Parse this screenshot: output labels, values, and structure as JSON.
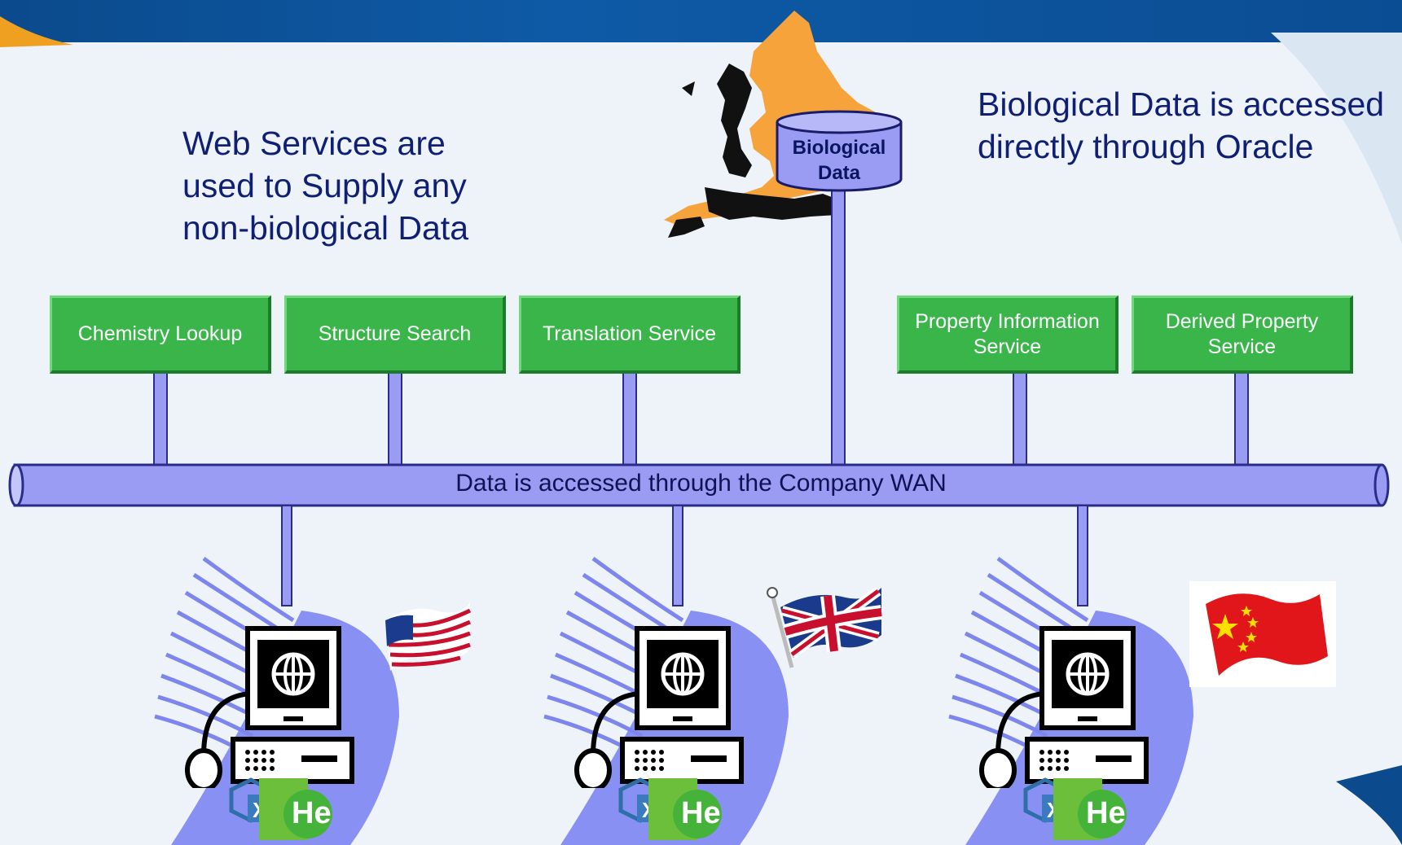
{
  "captions": {
    "web_services": [
      "Web Services are",
      "used to Supply any",
      "non-biological Data"
    ],
    "biological": [
      "Biological Data is accessed",
      "directly through Oracle"
    ]
  },
  "database": {
    "label": [
      "Biological",
      "Data"
    ]
  },
  "services": [
    {
      "lines": [
        "Chemistry Lookup"
      ]
    },
    {
      "lines": [
        "Structure Search"
      ]
    },
    {
      "lines": [
        "Translation Service"
      ]
    },
    {
      "lines": [
        "Property Information",
        "Service"
      ]
    },
    {
      "lines": [
        "Derived Property",
        "Service"
      ]
    }
  ],
  "wan": {
    "label": "Data is accessed through the Company WAN"
  },
  "workstations": [
    {
      "flag": "usa-flag-icon",
      "badge": "He"
    },
    {
      "flag": "uk-flag-icon",
      "badge": "He"
    },
    {
      "flag": "china-flag-icon",
      "badge": "He"
    }
  ],
  "colors": {
    "service_green": "#39b54a",
    "pipe_lilac": "#9a9cf3",
    "map_orange": "#f5a33a",
    "text_navy": "#0f1f73",
    "header_blue": "#0b4a8c"
  }
}
